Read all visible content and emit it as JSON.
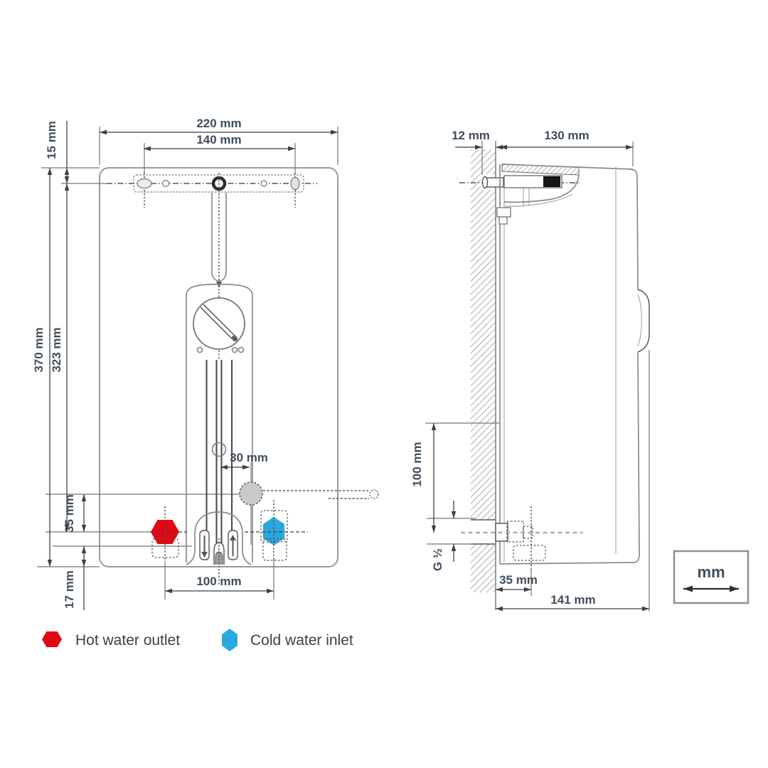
{
  "front_view": {
    "dims": {
      "overall_width": "220 mm",
      "bracket_hole_spacing": "140 mm",
      "top_edge_to_bracket": "15 mm",
      "overall_height": "370 mm",
      "bracket_to_connections": "323 mm",
      "electrical_offset_from_center": "30 mm",
      "electrical_to_water_level": "35 mm",
      "connection_to_bottom_edge": "17 mm",
      "water_connection_spacing": "100 mm"
    }
  },
  "side_view": {
    "dims": {
      "wall_finish_thickness": "12 mm",
      "body_depth": "130 mm",
      "pipe_height_below_ref": "100 mm",
      "pipe_thread_size": "G ½",
      "pipe_wall_offset": "35 mm",
      "overall_depth": "141 mm"
    }
  },
  "legend": {
    "hot": {
      "label": "Hot water outlet",
      "color": "#e30613"
    },
    "cold": {
      "label": "Cold water inlet",
      "color": "#29a8e0"
    }
  },
  "unit_box": {
    "label": "mm"
  },
  "colors": {
    "dim_text": "#3f4d5a",
    "line_gray": "#9a9a9a",
    "electrical_gray": "#c9c9c9"
  }
}
